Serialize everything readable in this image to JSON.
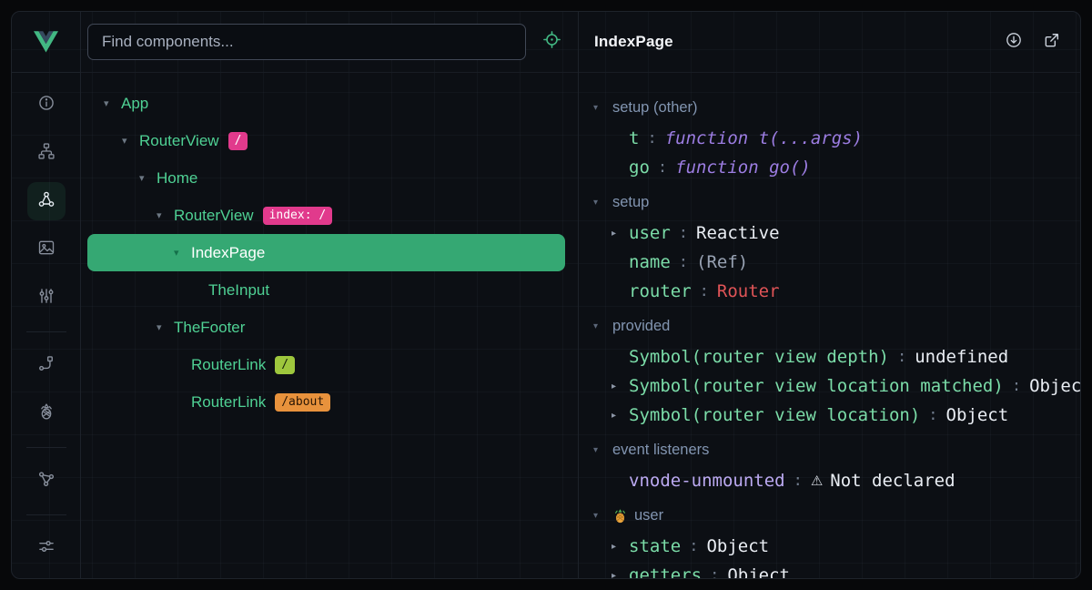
{
  "icons": {
    "caret_down": "▾",
    "caret_right": "▸",
    "warning": "⚠",
    "sidebar": [
      "info-icon",
      "pages-icon",
      "components-icon",
      "assets-icon",
      "timeline-icon",
      "router-icon",
      "pinia-icon",
      "graph-icon",
      "settings-icon"
    ]
  },
  "colors": {
    "accent_green": "#42b883",
    "selected_row_bg": "#35a873",
    "component_name_green": "#4fd194",
    "badge_pink": "#e13a8c",
    "badge_lime": "#9ec73d",
    "badge_orange": "#e8923c",
    "key_green": "#7bdca8",
    "function_purple": "#9c7de2",
    "router_red": "#e05457",
    "listener_key_purple": "#bcaaf2",
    "group_header_slate": "#8295b1"
  },
  "toolbar": {
    "search_placeholder": "Find components..."
  },
  "tree": {
    "rows": [
      {
        "label": "App",
        "indent": 0,
        "expanded": true
      },
      {
        "label": "RouterView",
        "indent": 1,
        "expanded": true,
        "badge": "/",
        "badge_color": "pink"
      },
      {
        "label": "Home",
        "indent": 2,
        "expanded": true
      },
      {
        "label": "RouterView",
        "indent": 3,
        "expanded": true,
        "badge": "index: /",
        "badge_color": "pink"
      },
      {
        "label": "IndexPage",
        "indent": 4,
        "expanded": true,
        "selected": true
      },
      {
        "label": "TheInput",
        "indent": 5
      },
      {
        "label": "TheFooter",
        "indent": 3,
        "expanded": true
      },
      {
        "label": "RouterLink",
        "indent": 4,
        "badge": "/",
        "badge_color": "lime"
      },
      {
        "label": "RouterLink",
        "indent": 4,
        "badge": "/about",
        "badge_color": "orange"
      }
    ]
  },
  "inspector": {
    "title": "IndexPage",
    "groups": [
      {
        "label": "setup (other)",
        "items": [
          {
            "key": "t",
            "value": "function t(...args)",
            "type": "function"
          },
          {
            "key": "go",
            "value": "function go()",
            "type": "function"
          }
        ]
      },
      {
        "label": "setup",
        "items": [
          {
            "key": "user",
            "value": "Reactive",
            "expandable": true
          },
          {
            "key": "name",
            "value": "(Ref)",
            "type": "muted"
          },
          {
            "key": "router",
            "value": "Router",
            "type": "router"
          }
        ]
      },
      {
        "label": "provided",
        "items": [
          {
            "key": "Symbol(router view depth)",
            "value": "undefined"
          },
          {
            "key": "Symbol(router view location matched)",
            "value": "Object",
            "expandable": true
          },
          {
            "key": "Symbol(router view location)",
            "value": "Object",
            "expandable": true
          }
        ]
      },
      {
        "label": "event listeners",
        "items": [
          {
            "key": "vnode-unmounted",
            "value": "Not declared",
            "warning": true
          }
        ]
      },
      {
        "label": "user",
        "store": true,
        "items": [
          {
            "key": "state",
            "value": "Object",
            "expandable": true
          },
          {
            "key": "getters",
            "value": "Object",
            "expandable": true
          }
        ]
      }
    ]
  }
}
